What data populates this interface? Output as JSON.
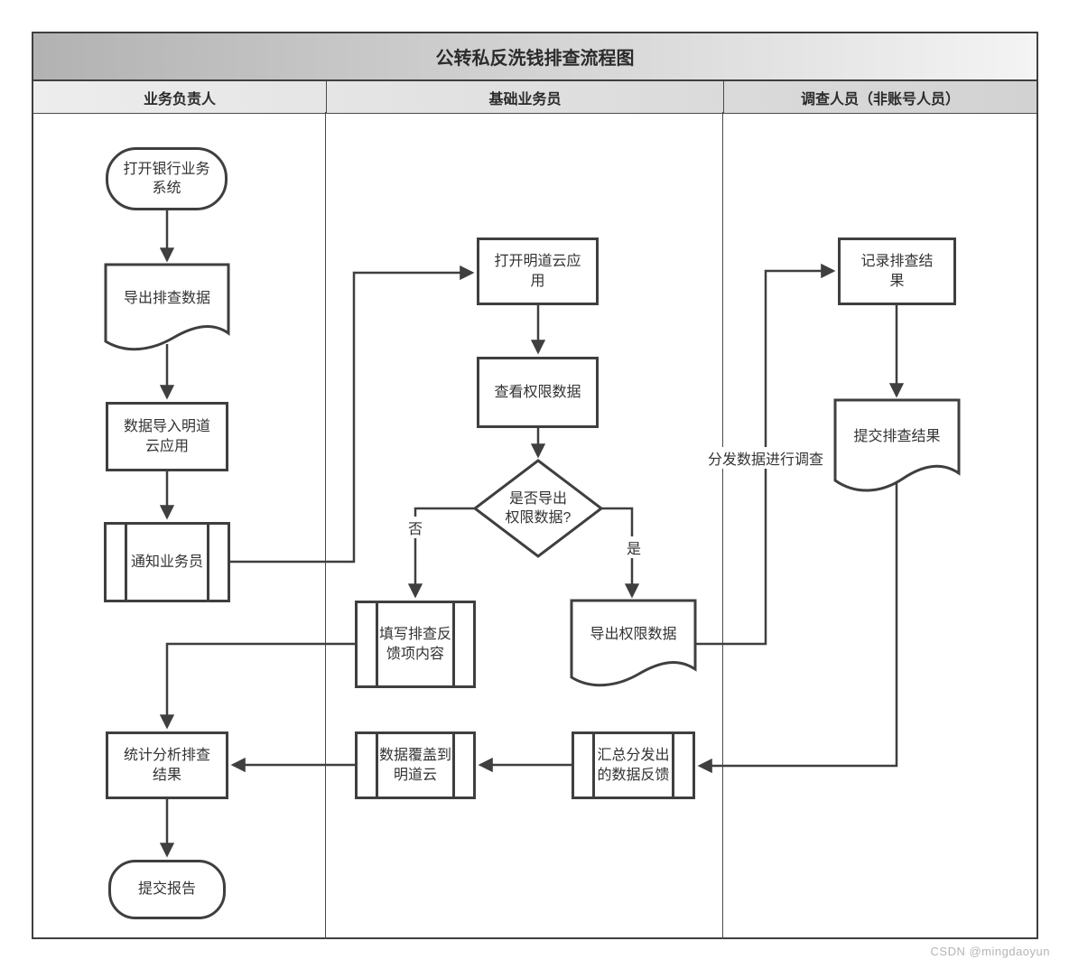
{
  "diagram_title": "公转私反洗钱排查流程图",
  "lanes": {
    "lane1": "业务负责人",
    "lane2": "基础业务员",
    "lane3": "调查人员（非账号人员）"
  },
  "nodes": {
    "open_bank_system": "打开银行业务系统",
    "export_screening_data": "导出排查数据",
    "import_to_mingdao": "数据导入明道云应用",
    "notify_clerk": "通知业务员",
    "analyze_screening_results": "统计分析排查结果",
    "submit_report": "提交报告",
    "open_mingdao_app": "打开明道云应用",
    "view_permission_data": "查看权限数据",
    "decision_export_permission": "是否导出权限数据?",
    "fill_feedback_items": "填写排查反馈项内容",
    "export_permission_data": "导出权限数据",
    "overwrite_to_mingdao": "数据覆盖到明道云",
    "aggregate_distributed_feedback": "汇总分发出的数据反馈",
    "record_screening_results": "记录排查结果",
    "submit_screening_results": "提交排查结果"
  },
  "edge_labels": {
    "no": "否",
    "yes": "是",
    "distribute_for_investigation": "分发数据进行调查"
  },
  "watermark": "CSDN @mingdaoyun",
  "colors": {
    "line": "#3f3f3f",
    "title_gradient_left": "#b2b2b2",
    "title_gradient_right": "#f4f4f4",
    "header_gradient_left": "#ededed",
    "header_gradient_right": "#d2d2d2"
  }
}
